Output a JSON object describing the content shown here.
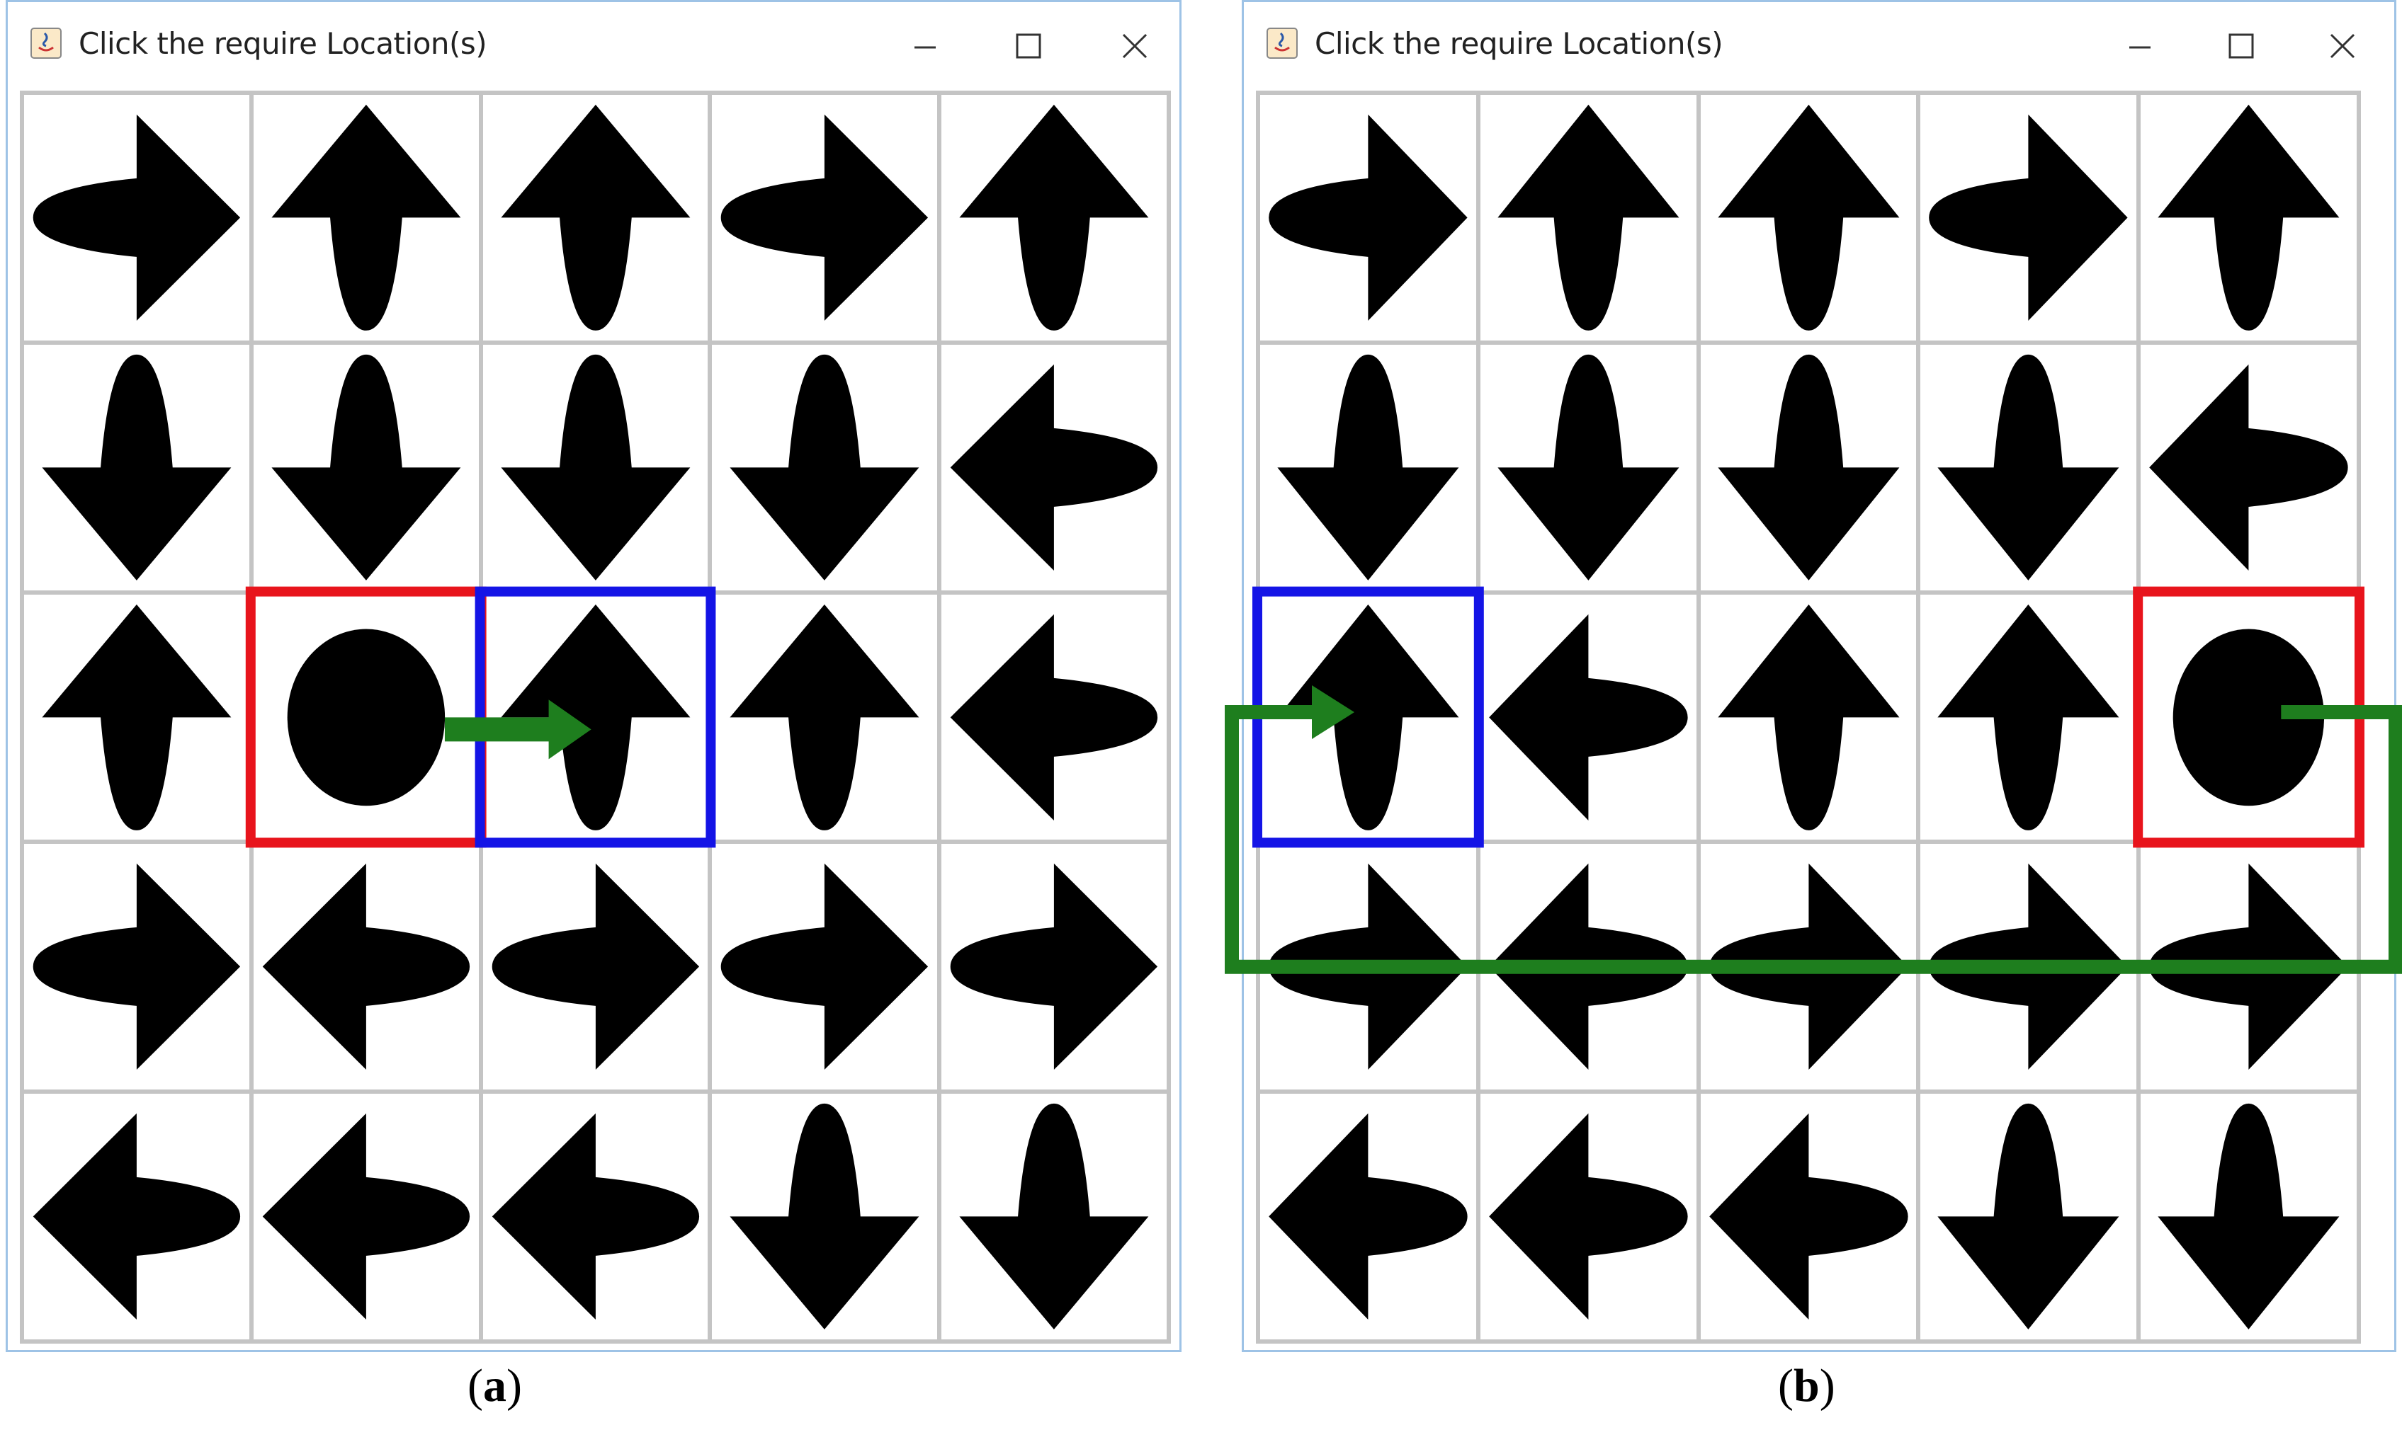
{
  "panels": [
    {
      "id": "a",
      "window_title": "Click the require Location(s)",
      "caption_open": "(",
      "caption_letter": "a",
      "caption_close": ")",
      "grid": [
        [
          "right",
          "up",
          "up",
          "right",
          "up"
        ],
        [
          "down",
          "down",
          "down",
          "down",
          "left"
        ],
        [
          "up",
          "circle",
          "up",
          "up",
          "left"
        ],
        [
          "right",
          "left",
          "right",
          "right",
          "right"
        ],
        [
          "left",
          "left",
          "left",
          "down",
          "down"
        ]
      ],
      "highlights": [
        {
          "row": 2,
          "col": 1,
          "color": "#e8141c"
        },
        {
          "row": 2,
          "col": 2,
          "color": "#1414e6"
        }
      ]
    },
    {
      "id": "b",
      "window_title": "Click the require Location(s)",
      "caption_open": "(",
      "caption_letter": "b",
      "caption_close": ")",
      "grid": [
        [
          "right",
          "up",
          "up",
          "right",
          "up"
        ],
        [
          "down",
          "down",
          "down",
          "down",
          "left"
        ],
        [
          "up",
          "left",
          "up",
          "up",
          "circle"
        ],
        [
          "right",
          "left",
          "right",
          "right",
          "right"
        ],
        [
          "left",
          "left",
          "left",
          "down",
          "down"
        ]
      ],
      "highlights": [
        {
          "row": 2,
          "col": 4,
          "color": "#e8141c"
        },
        {
          "row": 2,
          "col": 0,
          "color": "#1414e6"
        }
      ]
    }
  ],
  "colors": {
    "path_arrow": "#1e7e1e",
    "window_border": "#9ec3e6",
    "grid_line": "#c4c4c4",
    "arrow_fill": "#000000"
  },
  "icons": {
    "minimize": "minimize-icon",
    "maximize": "maximize-icon",
    "close": "close-icon",
    "app": "java-app-icon"
  }
}
